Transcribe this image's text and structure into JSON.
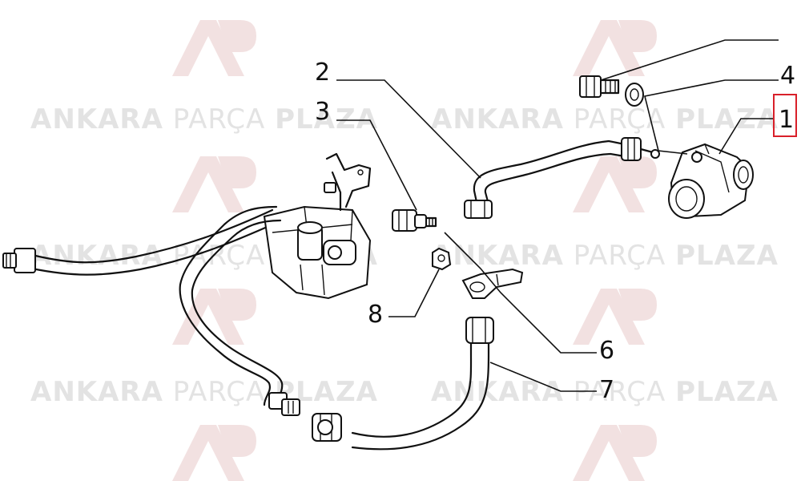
{
  "watermark": {
    "brand_bold": "ANKARA",
    "brand_light": "PARÇA",
    "brand_bold2": "PLAZA",
    "color": "#e3e3e3",
    "logo_color": "#f1dede"
  },
  "callouts": [
    {
      "id": "callout-2",
      "label": "2"
    },
    {
      "id": "callout-3",
      "label": "3"
    },
    {
      "id": "callout-4",
      "label": "4"
    },
    {
      "id": "callout-1",
      "label": "1",
      "highlighted": true
    },
    {
      "id": "callout-6",
      "label": "6"
    },
    {
      "id": "callout-7",
      "label": "7"
    },
    {
      "id": "callout-8",
      "label": "8"
    },
    {
      "id": "callout-blank",
      "label": ""
    }
  ],
  "highlight_color": "#d9202a"
}
